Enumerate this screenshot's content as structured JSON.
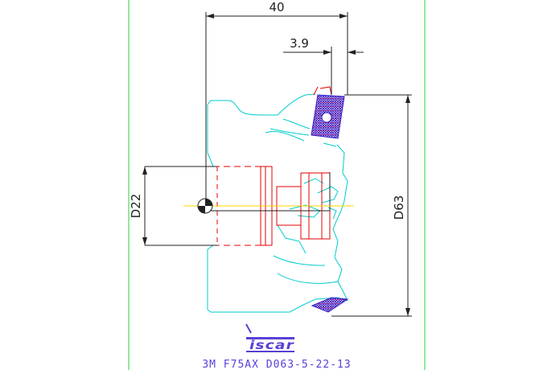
{
  "drawing": {
    "dimensions": {
      "overall_length": "40",
      "insert_offset": "3.9",
      "bore_diameter": "D22",
      "cutting_diameter": "D63"
    },
    "logo": "iscar",
    "title": "3M F75AX D063-5-22-13",
    "colors": {
      "dimension_lines": "#222222",
      "frame": "#2ecc40",
      "body_outline": "#00cccc",
      "section_lines": "#e60000",
      "insert_hatch": "#2a1fd0",
      "insert_cross": "#cc0044",
      "title": "#5a3fd6"
    }
  }
}
